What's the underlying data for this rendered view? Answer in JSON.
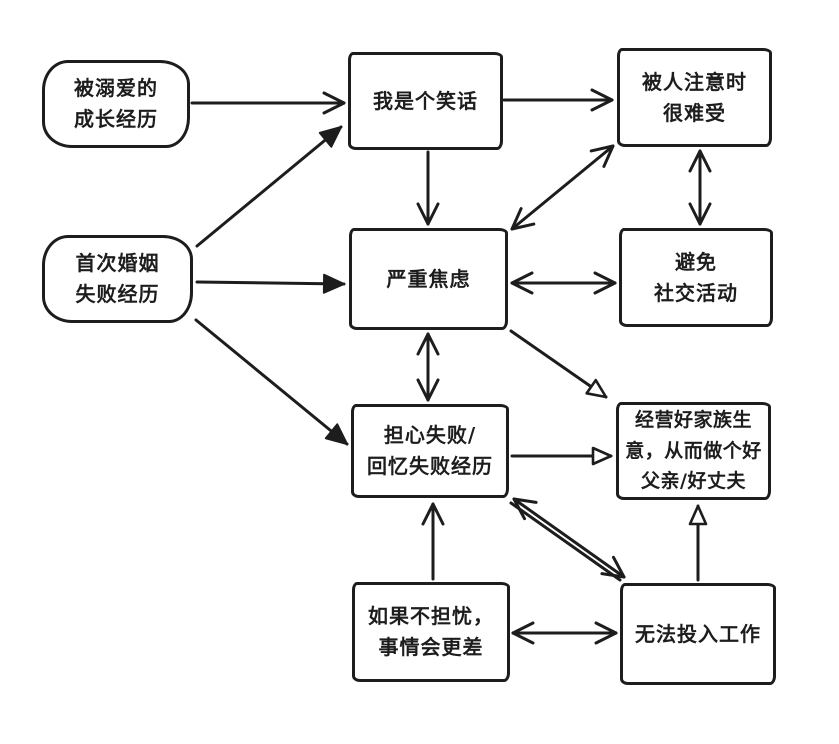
{
  "diagram": {
    "style": "hand-drawn flowchart, black ink on white",
    "colors": {
      "stroke": "#1d1d1d",
      "fill": "#ffffff"
    },
    "nodes": [
      {
        "id": "spoiled-upbringing",
        "label": "被溺爱的\n成长经历",
        "shape": "rounded"
      },
      {
        "id": "im-a-joke",
        "label": "我是个笑话",
        "shape": "rect"
      },
      {
        "id": "noticed-discomfort",
        "label": "被人注意时\n很难受",
        "shape": "rect"
      },
      {
        "id": "first-marriage-failure",
        "label": "首次婚姻\n失败经历",
        "shape": "rounded"
      },
      {
        "id": "severe-anxiety",
        "label": "严重焦虑",
        "shape": "rect"
      },
      {
        "id": "avoid-social",
        "label": "避免\n社交活动",
        "shape": "rect"
      },
      {
        "id": "worry-failure",
        "label": "担心失败/\n回忆失败经历",
        "shape": "rect"
      },
      {
        "id": "family-business",
        "label": "经营好家族生\n意，从而做个好\n父亲/好丈夫",
        "shape": "rect"
      },
      {
        "id": "if-not-worry",
        "label": "如果不担忧，\n事情会更差",
        "shape": "rect"
      },
      {
        "id": "cannot-work",
        "label": "无法投入工作",
        "shape": "rect"
      }
    ],
    "edges": [
      {
        "from": "spoiled-upbringing",
        "to": "im-a-joke",
        "direction": "one-way",
        "head": "line-chevron"
      },
      {
        "from": "first-marriage-failure",
        "to": "im-a-joke",
        "direction": "one-way",
        "head": "solid-triangle"
      },
      {
        "from": "first-marriage-failure",
        "to": "severe-anxiety",
        "direction": "one-way",
        "head": "solid-triangle"
      },
      {
        "from": "first-marriage-failure",
        "to": "worry-failure",
        "direction": "one-way",
        "head": "solid-triangle"
      },
      {
        "from": "im-a-joke",
        "to": "noticed-discomfort",
        "direction": "one-way",
        "head": "line-chevron"
      },
      {
        "from": "im-a-joke",
        "to": "severe-anxiety",
        "direction": "one-way",
        "head": "line-chevron"
      },
      {
        "from": "severe-anxiety",
        "to": "noticed-discomfort",
        "direction": "two-way",
        "head": "line-chevron"
      },
      {
        "from": "noticed-discomfort",
        "to": "avoid-social",
        "direction": "two-way",
        "head": "line-chevron"
      },
      {
        "from": "severe-anxiety",
        "to": "avoid-social",
        "direction": "two-way",
        "head": "line-chevron"
      },
      {
        "from": "severe-anxiety",
        "to": "worry-failure",
        "direction": "two-way",
        "head": "line-chevron"
      },
      {
        "from": "severe-anxiety",
        "to": "family-business",
        "direction": "one-way",
        "head": "open-triangle"
      },
      {
        "from": "worry-failure",
        "to": "family-business",
        "direction": "one-way",
        "head": "open-triangle"
      },
      {
        "from": "worry-failure",
        "to": "cannot-work",
        "direction": "two-way",
        "head": "line-chevron",
        "shaft": "double"
      },
      {
        "from": "if-not-worry",
        "to": "worry-failure",
        "direction": "one-way",
        "head": "line-chevron"
      },
      {
        "from": "if-not-worry",
        "to": "cannot-work",
        "direction": "two-way",
        "head": "line-chevron"
      },
      {
        "from": "cannot-work",
        "to": "family-business",
        "direction": "one-way",
        "head": "open-triangle"
      }
    ]
  }
}
